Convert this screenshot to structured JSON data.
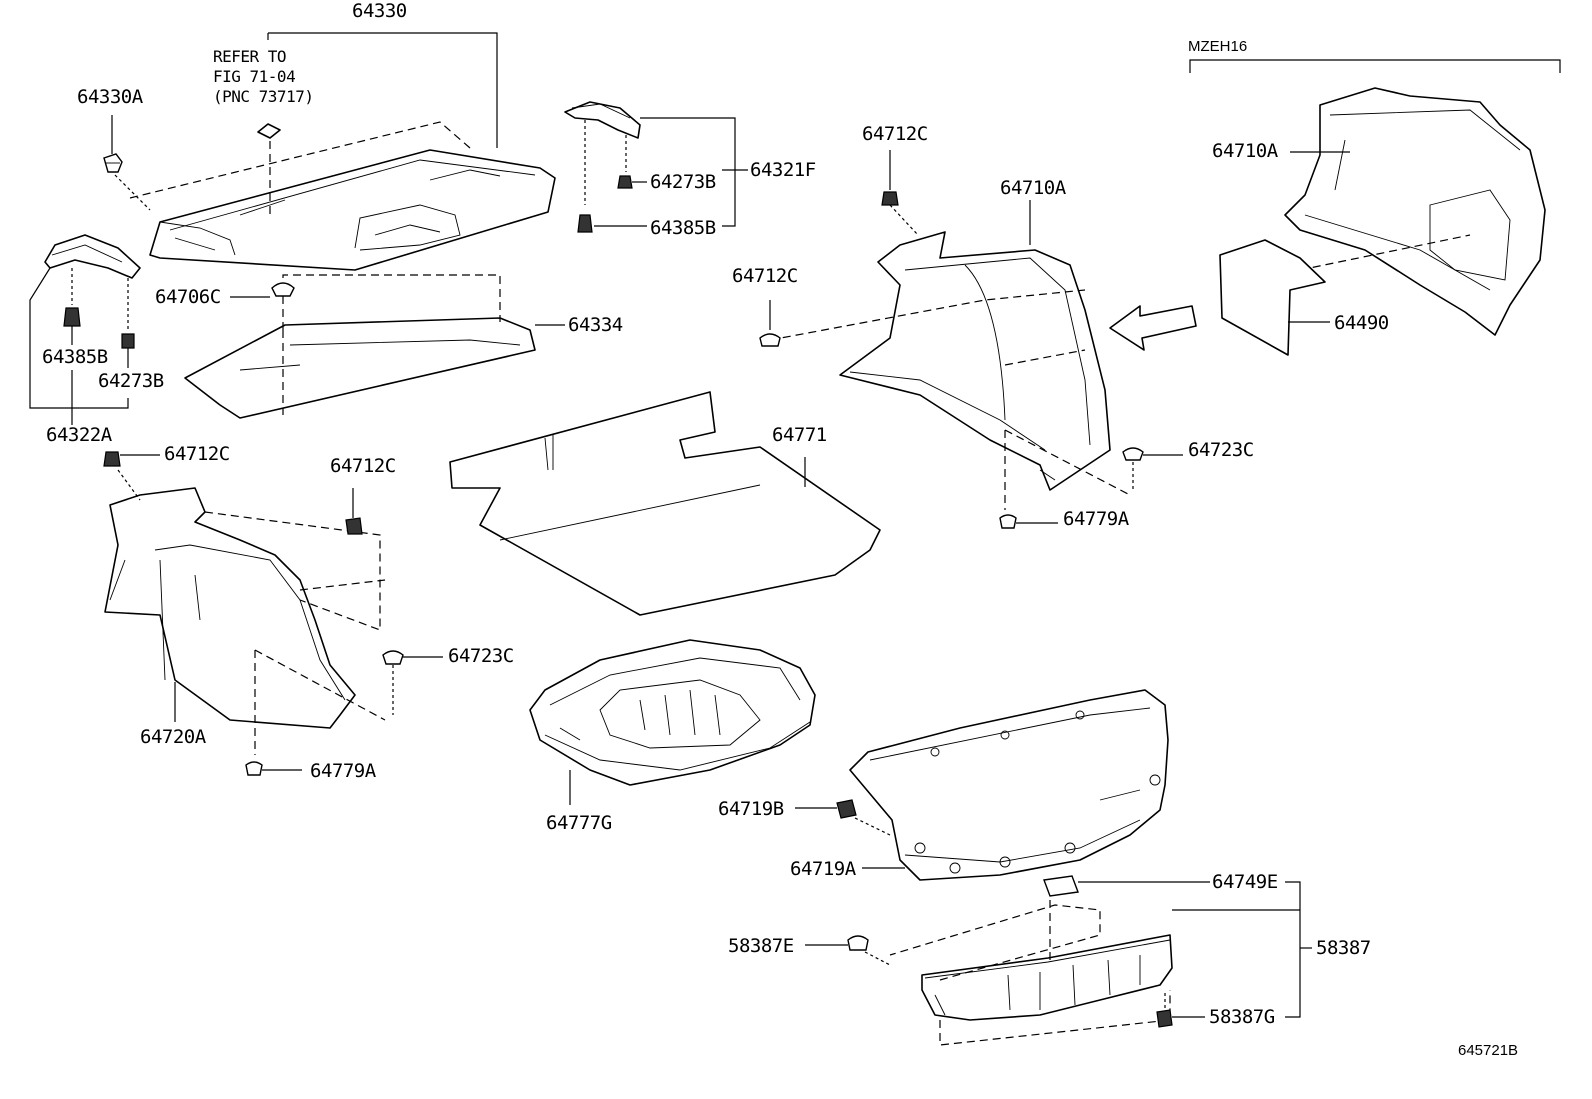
{
  "variant_label": "MZEH16",
  "figure_number": "645721B",
  "reference_note": {
    "line1": "REFER TO",
    "line2": "FIG 71-04",
    "line3": "(PNC 73717)"
  },
  "parts": {
    "p64330": "64330",
    "p64330A": "64330A",
    "p64321F": "64321F",
    "p64273B_top": "64273B",
    "p64385B_top": "64385B",
    "p64712C_top": "64712C",
    "p64710A_mid": "64710A",
    "p64710A_right": "64710A",
    "p64490": "64490",
    "p64706C": "64706C",
    "p64334": "64334",
    "p64712C_mid": "64712C",
    "p64385B_left": "64385B",
    "p64273B_left": "64273B",
    "p64322A": "64322A",
    "p64712C_left": "64712C",
    "p64712C_center": "64712C",
    "p64771": "64771",
    "p64723C_right": "64723C",
    "p64779A_right": "64779A",
    "p64723C_left": "64723C",
    "p64720A": "64720A",
    "p64779A_left": "64779A",
    "p64777G": "64777G",
    "p64719B": "64719B",
    "p64719A": "64719A",
    "p64749E": "64749E",
    "p58387E": "58387E",
    "p58387": "58387",
    "p58387G": "58387G"
  }
}
